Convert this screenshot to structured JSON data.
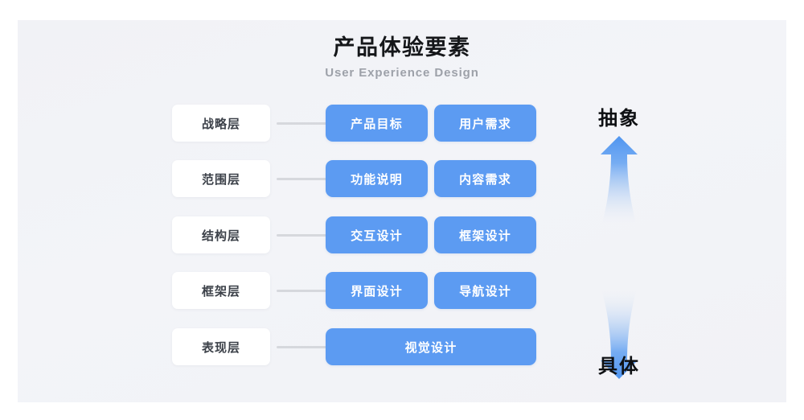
{
  "header": {
    "title": "产品体验要素",
    "subtitle": "User Experience Design"
  },
  "colors": {
    "canvas_bg": "#f2f3f7",
    "card_blue": "#5c9bf2",
    "label_white": "#ffffff",
    "connector_gray": "#d6d8dd",
    "title_black": "#15171a",
    "subtitle_gray": "#9da1a9",
    "label_text": "#3c4149"
  },
  "diagram": {
    "rows": [
      {
        "layer": "战略层",
        "connector": "connector-line",
        "cards": [
          {
            "label": "产品目标"
          },
          {
            "label": "用户需求"
          }
        ]
      },
      {
        "layer": "范围层",
        "connector": "connector-line",
        "cards": [
          {
            "label": "功能说明"
          },
          {
            "label": "内容需求"
          }
        ]
      },
      {
        "layer": "结构层",
        "connector": "connector-line",
        "cards": [
          {
            "label": "交互设计"
          },
          {
            "label": "框架设计"
          }
        ]
      },
      {
        "layer": "框架层",
        "connector": "connector-line",
        "cards": [
          {
            "label": "界面设计"
          },
          {
            "label": "导航设计"
          }
        ]
      },
      {
        "layer": "表现层",
        "connector": "connector-line",
        "cards": [
          {
            "label": "视觉设计",
            "wide": true
          }
        ]
      }
    ]
  },
  "axis": {
    "top_label": "抽象",
    "bottom_label": "具体",
    "up_arrow_icon": "arrow-up-gradient-icon",
    "down_arrow_icon": "arrow-down-gradient-icon"
  }
}
